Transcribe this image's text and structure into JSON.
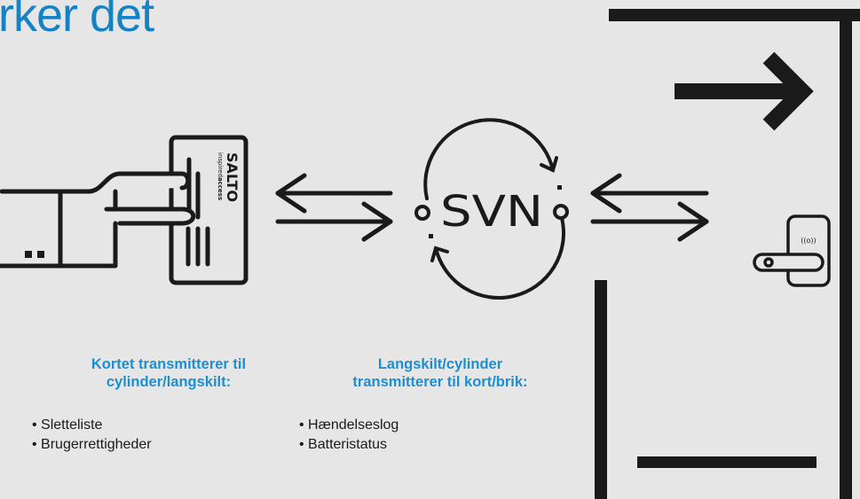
{
  "title": "rker det",
  "card": {
    "brand": "SALTO",
    "tagline_prefix": "inspired",
    "tagline_suffix": "access"
  },
  "hub": {
    "label": "SVN"
  },
  "lock": {
    "signal_label": "((o))"
  },
  "left_column": {
    "heading_line1": "Kortet transmitterer til",
    "heading_line2": "cylinder/langskilt:",
    "items": [
      "Sletteliste",
      "Brugerrettigheder"
    ]
  },
  "middle_column": {
    "heading_line1": "Langskilt/cylinder",
    "heading_line2": "transmitterer til kort/brik:",
    "items": [
      "Hændelseslog",
      "Batteristatus"
    ]
  },
  "colors": {
    "accent": "#1b8fd2",
    "title": "#1483c6",
    "stroke": "#1a1a1a",
    "background": "#e6e6e6"
  },
  "icons": [
    "hand-holding-card-icon",
    "double-arrow-icon",
    "svn-sync-icon",
    "door-lock-icon",
    "exit-arrow-icon"
  ]
}
